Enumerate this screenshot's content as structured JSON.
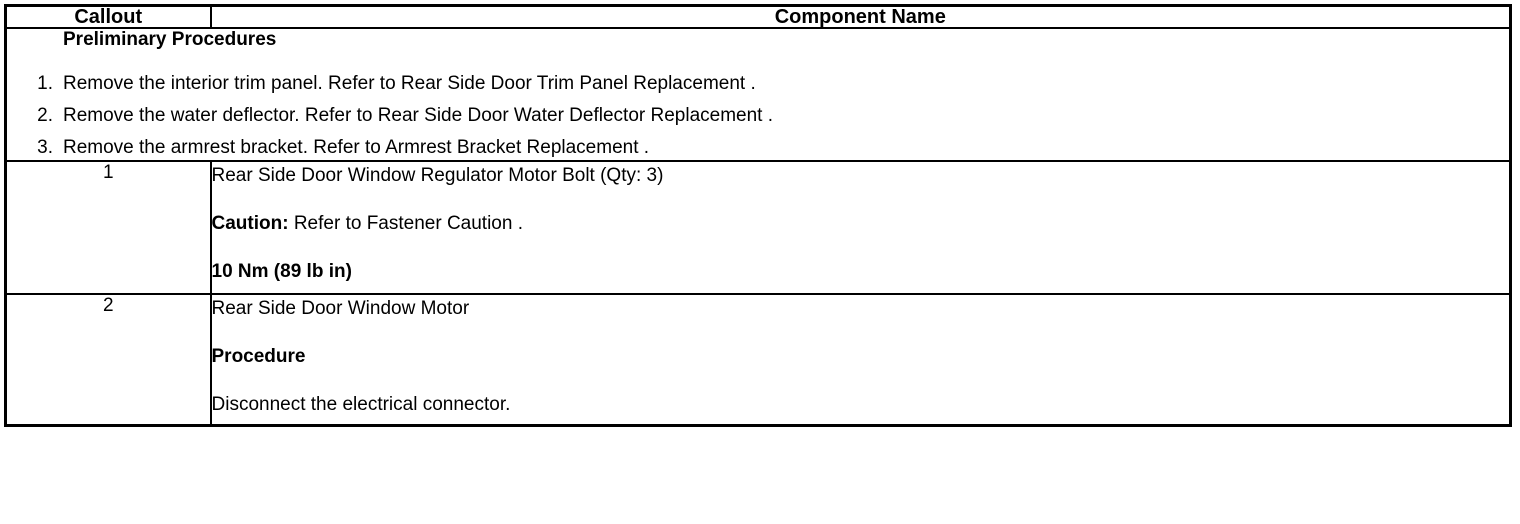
{
  "table": {
    "columns": [
      {
        "key": "callout",
        "label": "Callout"
      },
      {
        "key": "component_name",
        "label": "Component Name"
      }
    ],
    "preliminary": {
      "title": "Preliminary Procedures",
      "steps": [
        {
          "number": "1.",
          "text": "Remove the interior trim panel. Refer to Rear Side Door Trim Panel Replacement ."
        },
        {
          "number": "2.",
          "text": "Remove the water deflector. Refer to Rear Side Door Water Deflector Replacement ."
        },
        {
          "number": "3.",
          "text": "Remove the armrest bracket. Refer to Armrest Bracket Replacement ."
        }
      ]
    },
    "rows": [
      {
        "callout": "1",
        "name": "Rear Side Door Window Regulator Motor Bolt (Qty: 3)",
        "caution_label": "Caution:",
        "caution_text": "Refer to Fastener Caution .",
        "torque": "10 Nm (89 lb in)"
      },
      {
        "callout": "2",
        "name": "Rear Side Door Window Motor",
        "procedure_label": "Procedure",
        "procedure_text": "Disconnect the electrical connector."
      }
    ]
  },
  "colors": {
    "border": "#000000",
    "text": "#000000",
    "background": "#ffffff"
  }
}
